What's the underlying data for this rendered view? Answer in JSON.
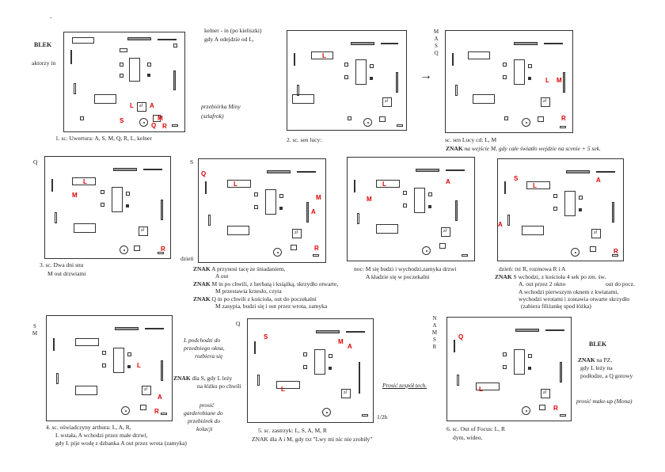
{
  "top_left_mark": "-",
  "labels": {
    "blek1": "BLEK",
    "aktorzy": "aktorzy in",
    "kelner": "kelner - in (po kieliszki)",
    "kelner2": "gdy A odejdzie od L,",
    "przebiorka": "przebiórka Miny",
    "szlafrok": "(szlafrok)",
    "masq": "MASQ",
    "arrow": "→",
    "q_left": "Q",
    "s_left": "S",
    "dzien1": "dzień",
    "noc": "noc:",
    "dzien2": "dzień:",
    "sm_left": "SM",
    "q_mid": "Q",
    "namsr": "NAMSR",
    "blek2": "BLEK",
    "l_podchodzi": "L podchodzi do",
    "l_podchodzi2": "przedniego okna,",
    "l_podchodzi3": "rozbiera się",
    "znak_s": "ZNAK",
    "znak_s_txt": "dla S, gdy L leży",
    "znak_s_txt2": "na łóżku po chwili",
    "prosic1": "prosić",
    "prosic2": "garderobiane do",
    "prosic3": "przebiórek do",
    "prosic4": "kolacji",
    "prosic_zespol": "Prosić zespół tech.",
    "half": "1/2h",
    "znak_pz": "ZNAK",
    "znak_pz_txt": "na PZ,",
    "znak_pz_txt2": "gdy L leży na",
    "znak_pz_txt3": "podłodze, a Q gotowy",
    "prosic_makeup": "prosić make-up (Mona)"
  },
  "captions": {
    "c1": "1. sc. Uwertura: A, S, M, Q, R, L, kelner",
    "c2": "2. sc. sen lucy:",
    "c3": "sc. sen Lucy cd: L, M",
    "c3_znak": "ZNAK",
    "c3_znak_txt": "na wejście M, gdy całe światło wejdzie na scenie + 5 sek.",
    "c4a": "3. sc. Dwa dni snu",
    "c4b": "M out drzwiami",
    "c5_znak1": "ZNAK",
    "c5_t1": "A przynosi tacę ze śniadaniem,",
    "c5_t1b": "A out",
    "c5_znak2": "ZNAK",
    "c5_t2": "M in po chwili, z herbatą i książką, skrzydło otwarte,",
    "c5_t2b": "M przestawia krzesło, czyta",
    "c5_znak3": "ZNAK",
    "c5_t3": "Q in po chwili z kościoła, out do poczekalni",
    "c5_t3b": "M zasypia, budzi się i out przez wrota, zamyka",
    "c6a": "M się budzi i wychodzi,zamyka drzwi",
    "c6b": "A kładzie się w poczekalni",
    "c7a": "txt R, rozmowa R i A",
    "c7_znak": "ZNAK",
    "c7b": "S wchodzi, z kościoła 4 sek po zm. św.",
    "c7c": "A. out przez 2 okno",
    "c7c2": "out do pocz.",
    "c7d": "A wchodzi pierwszym oknem z kwiatami,",
    "c7e": "wychodzi wrotami i zostawia otwarte skrzydło",
    "c7f": "(zabiera filiżankę spod łóżka)",
    "c8a": "4. sc. oświadczyny arthura: L, A, R,",
    "c8b": "L wstała, A wchodzi przez małe drzwi,",
    "c8c": "gdy L pije wodę z dzbanka A out przez wrota (zamyka)",
    "c9a": "5. sc. zastrzyk: L, S, A, M, R",
    "c9b": "ZNAK dla A i M, gdy txt \"Lwy mi nic nie zrobiły\"",
    "c10a": "6. sc. Out of Focus: L, R",
    "c10b": "dym, wideo,"
  },
  "plans": [
    {
      "id": "p1",
      "actors": [
        "L",
        "A",
        "S",
        "M",
        "Q",
        "R"
      ],
      "zl": "zł"
    },
    {
      "id": "p2",
      "actors": [
        "L"
      ],
      "zl": "zł"
    },
    {
      "id": "p3",
      "actors": [
        "L",
        "M",
        "R"
      ],
      "zl": "zł"
    },
    {
      "id": "p4",
      "actors": [
        "L",
        "M",
        "R"
      ],
      "zl": "zł"
    },
    {
      "id": "p5",
      "actors": [
        "Q",
        "L",
        "M",
        "A",
        "R"
      ],
      "zl": "zł"
    },
    {
      "id": "p6",
      "actors": [
        "L",
        "M",
        "A"
      ],
      "zl": "zł"
    },
    {
      "id": "p7",
      "actors": [
        "S",
        "L",
        "A",
        "A",
        "R"
      ],
      "zl": "zł"
    },
    {
      "id": "p8",
      "actors": [
        "L",
        "A",
        "R"
      ],
      "zl": "zł"
    },
    {
      "id": "p9",
      "actors": [
        "S",
        "M",
        "A",
        "L"
      ],
      "zl": "zł"
    },
    {
      "id": "p10",
      "actors": [
        "Q",
        "L",
        "R"
      ],
      "zl": "zł"
    }
  ],
  "colors": {
    "actor": "#dd0000",
    "ink": "#222222"
  }
}
